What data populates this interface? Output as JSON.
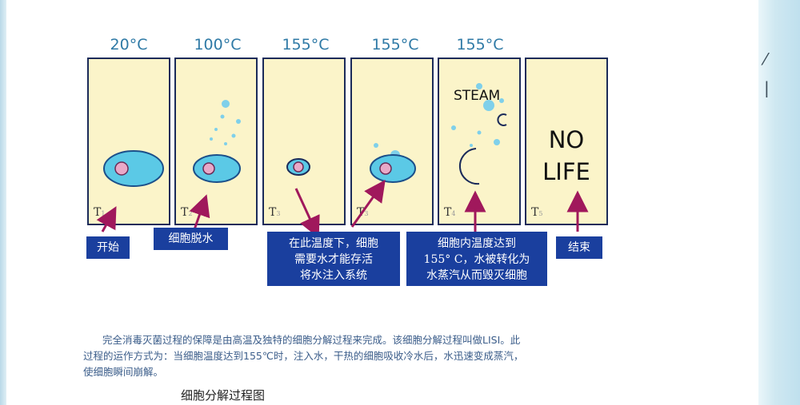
{
  "temperatures": [
    "20°C",
    "100°C",
    "155°C",
    "155°C",
    "155°C"
  ],
  "panels": [
    {
      "t": "T",
      "sub": "1"
    },
    {
      "t": "T",
      "sub": "2"
    },
    {
      "t": "T",
      "sub": "3"
    },
    {
      "t": "T",
      "sub": "3"
    },
    {
      "t": "T",
      "sub": "4"
    },
    {
      "t": "T",
      "sub": "5"
    }
  ],
  "steam_label": "STEAM",
  "nolife": [
    "NO",
    "LIFE"
  ],
  "labels": {
    "start": "开始",
    "dehydrate": "细胞脱水",
    "water_line1": "在此温度下，细胞",
    "water_line2": "需要水才能存活",
    "water_line3": "将水注入系统",
    "steam_line1": "细胞内温度达到",
    "steam_line2": "155° C，水被转化为",
    "steam_line3": "水蒸汽从而毁灭细胞",
    "end": "结束"
  },
  "paragraph": {
    "line1": "完全消毒灭菌过程的保障是由高温及独特的细胞分解过程来完成。该细胞分解过程叫做LISI。此",
    "line2": "过程的运作方式为：当细胞温度达到155℃时，注入水，干热的细胞吸收冷水后，水迅速变成蒸汽，",
    "line3": "使细胞瞬间崩解。"
  },
  "caption": "细胞分解过程图",
  "colors": {
    "panel_fill": "#fbf4c9",
    "panel_border": "#1b2b5a",
    "cell_fill": "#5bc9e6",
    "nucleus": "#e9a9c8",
    "arrow": "#a0185c",
    "label_bg": "#1a3f9e",
    "bubble": "#7fd0ea"
  }
}
